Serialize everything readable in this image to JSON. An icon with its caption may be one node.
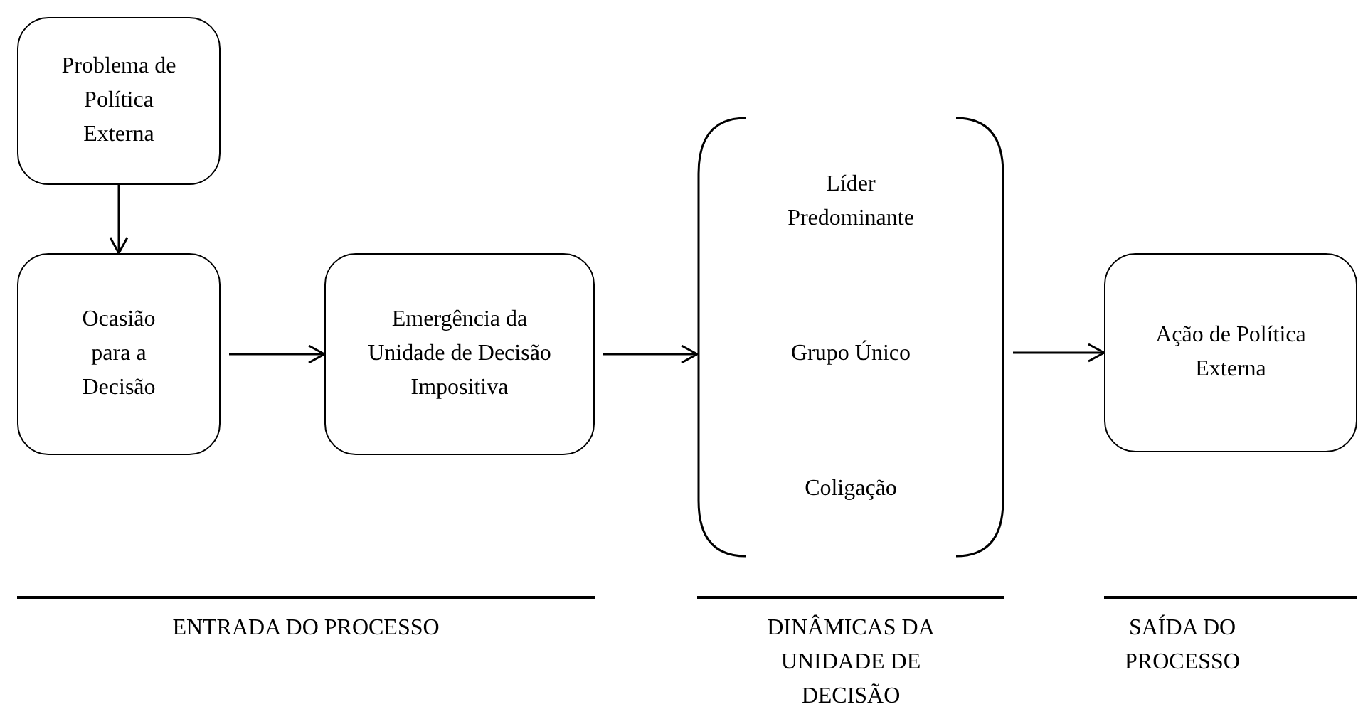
{
  "diagram": {
    "nodes": [
      {
        "text": [
          "Problema de Política Externa"
        ]
      },
      {
        "text": [
          "Ocasião para a Decisão"
        ]
      },
      {
        "text": [
          "Emergência da Unidade de Decisão Impositiva"
        ]
      },
      {
        "text": [
          "Líder Predominante",
          "Grupo Único",
          "Coligação"
        ]
      },
      {
        "text": [
          "Ação de Política Externa"
        ]
      }
    ],
    "edges": [
      {
        "from": 0,
        "to": 1,
        "arrow": "to"
      },
      {
        "from": 1,
        "to": 2,
        "arrow": "to"
      },
      {
        "from": 2,
        "to": 3,
        "arrow": "to"
      },
      {
        "from": 3,
        "to": 4,
        "arrow": "to"
      }
    ],
    "labels": [
      "ENTRADA DO PROCESSO",
      "DINÂMICAS DA UNIDADE DE DECISÃO",
      "SAÍDA DO PROCESSO"
    ]
  }
}
